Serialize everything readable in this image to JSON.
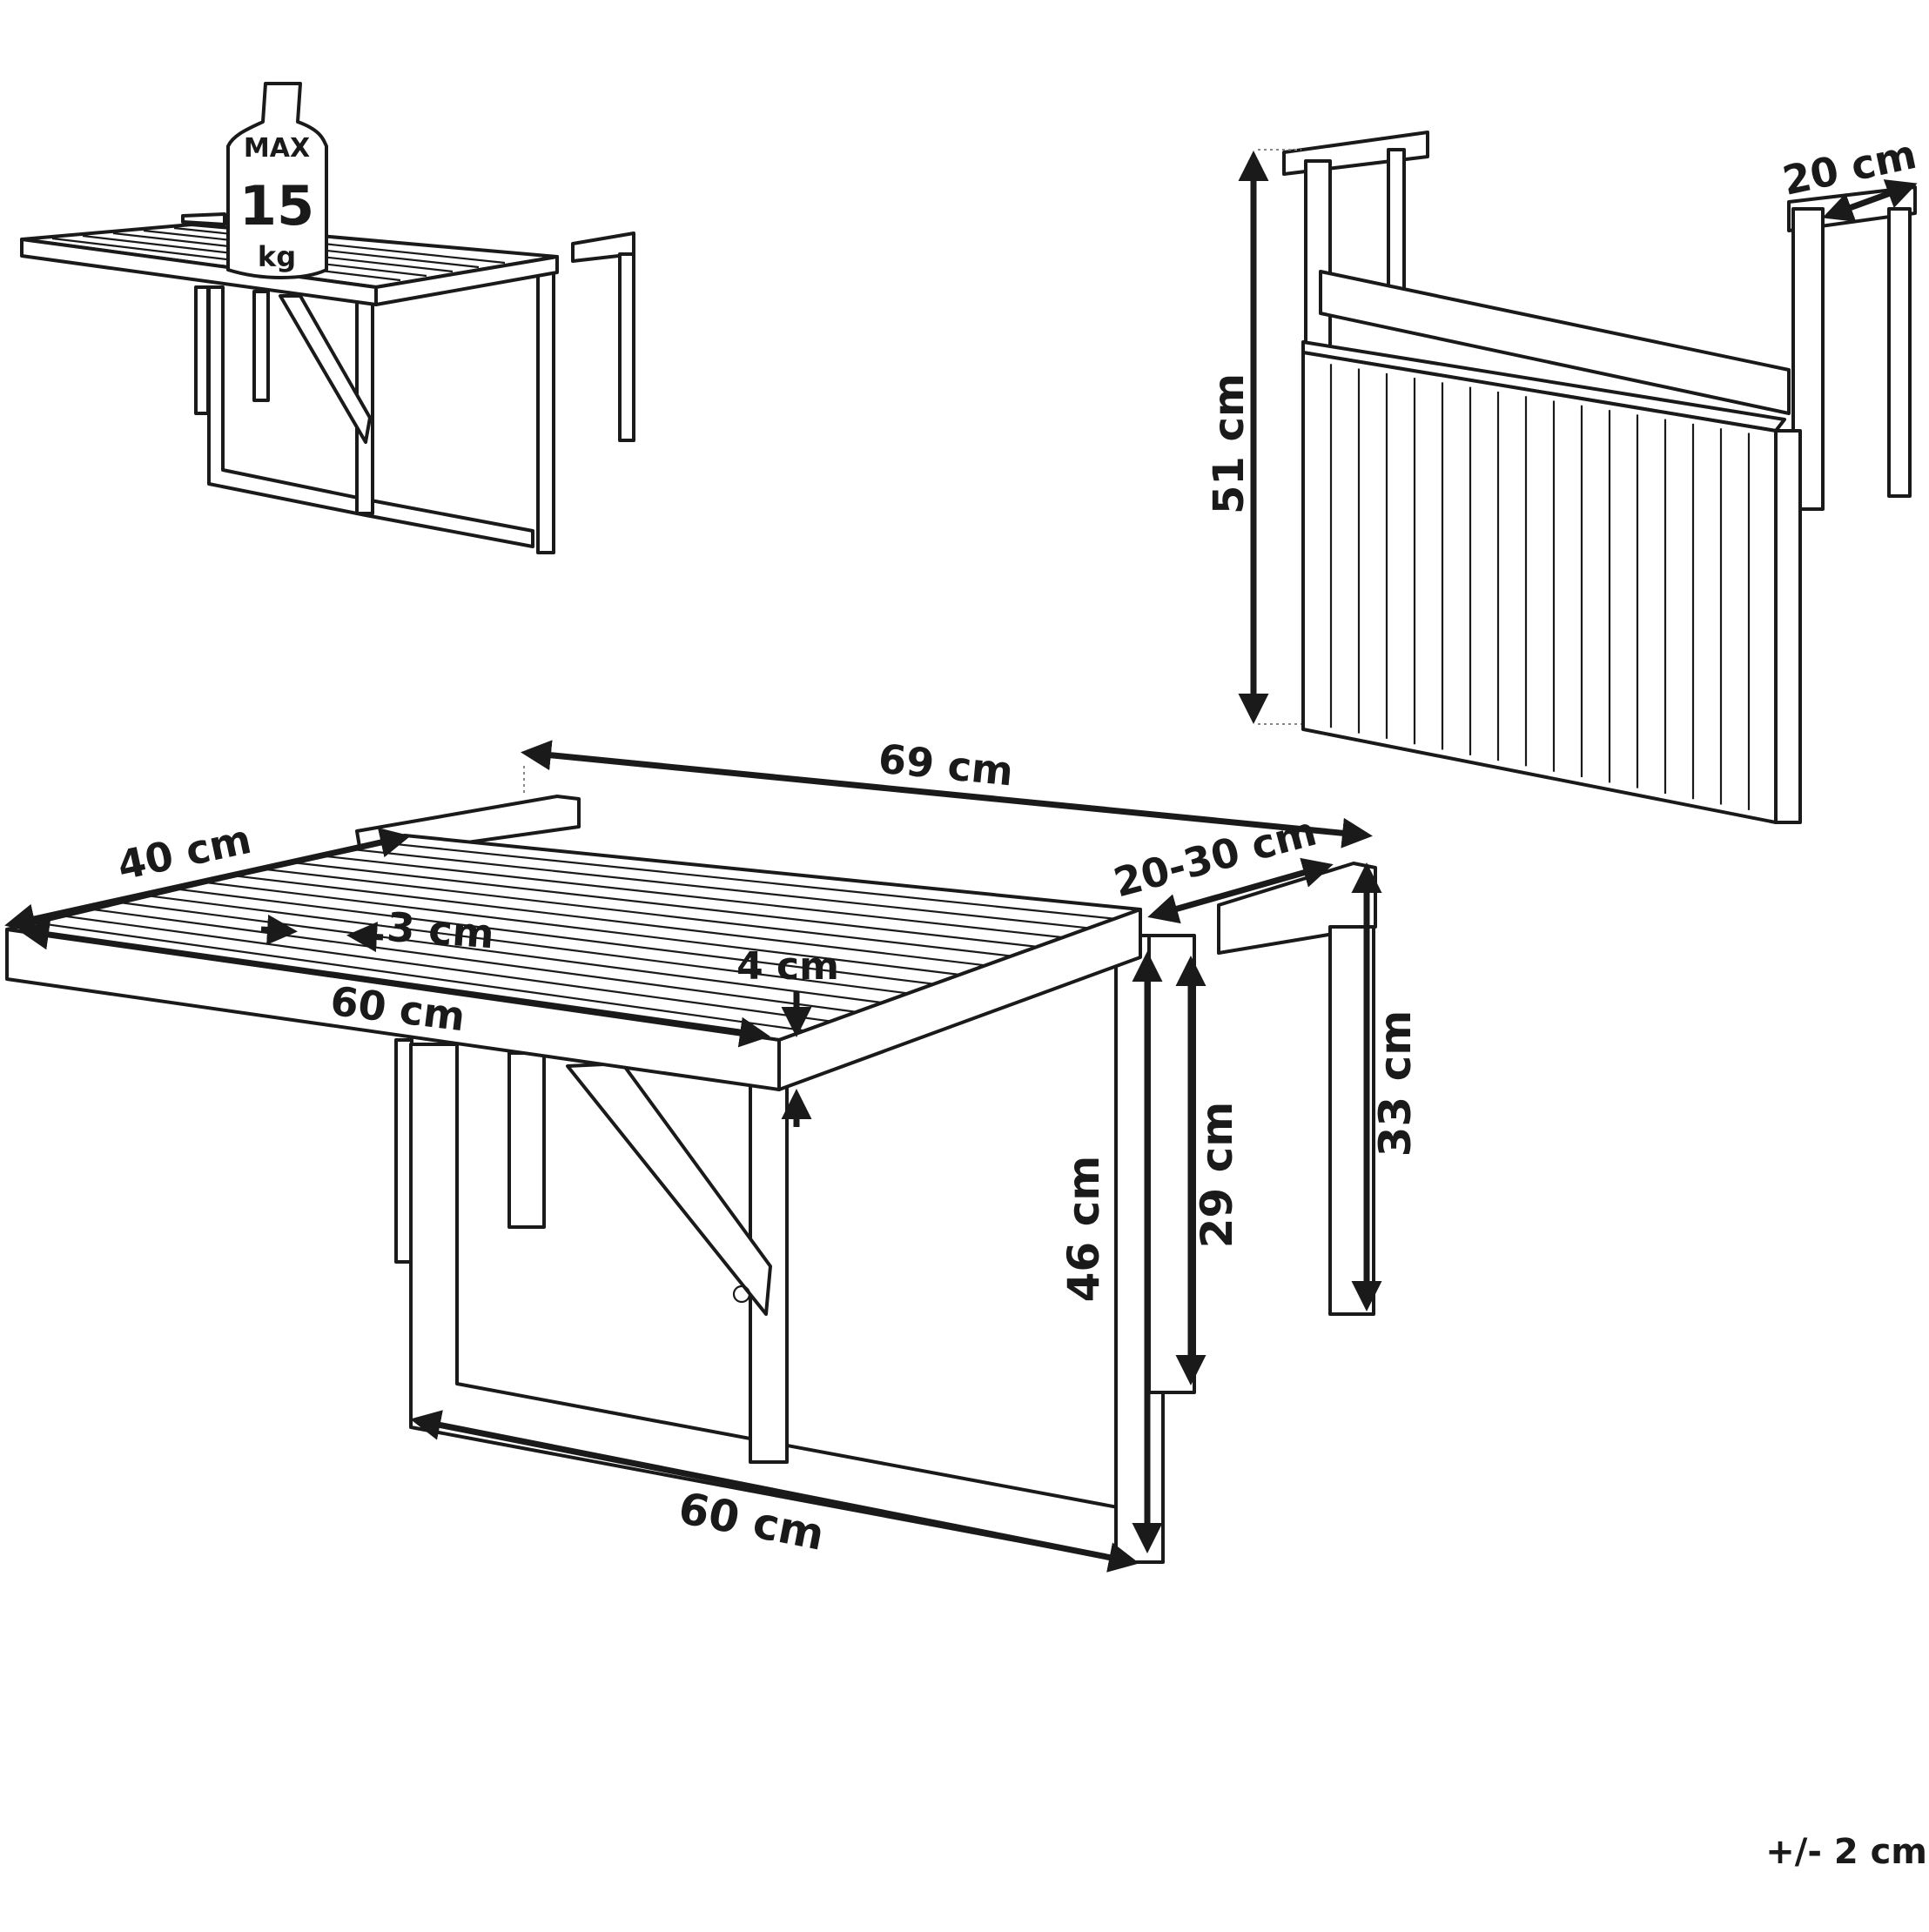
{
  "weight": {
    "max_label": "MAX",
    "value": "15",
    "unit": "kg"
  },
  "hanging_view": {
    "height": "51 cm",
    "hook_depth": "20 cm"
  },
  "open_view": {
    "length": "69 cm",
    "depth": "40 cm",
    "slat_gap": "3 cm",
    "top_width": "60 cm",
    "top_thickness": "4 cm",
    "hook_range": "20-30 cm",
    "frame_height": "46 cm",
    "slot_height": "29 cm",
    "hook_height": "33 cm",
    "frame_width": "60 cm"
  },
  "tolerance": "+/- 2 cm"
}
